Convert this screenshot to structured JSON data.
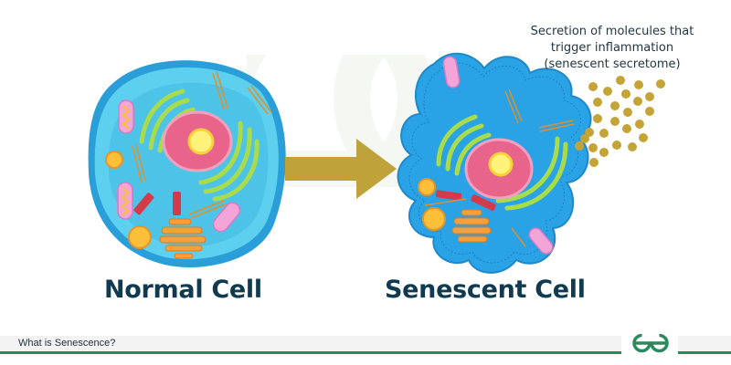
{
  "diagram": {
    "title": "What is Senescence?",
    "cells": [
      {
        "label": "Normal Cell",
        "state": "normal"
      },
      {
        "label": "Senescent Cell",
        "state": "senescent"
      }
    ],
    "transition": "arrow",
    "secretion_note": [
      "Secretion of molecules that",
      "trigger inflammation",
      "(senescent secretome)"
    ],
    "secretome_particle_count": 26
  },
  "footer": {
    "title": "What is Senescence?",
    "logo": "geeksforgeeks-logo"
  },
  "colors": {
    "cytoplasm": "#5cd0ee",
    "cell_membrane": "#2a9ed8",
    "senescent_cytoplasm": "#2aa3e6",
    "nucleus": "#e8648a",
    "nucleolus": "#fff27a",
    "er": "#a9dc4a",
    "arrow": "#bfa23a",
    "secretome": "#c4a436",
    "label_text": "#0f3a4f",
    "footer_accent": "#2a8a5a"
  }
}
